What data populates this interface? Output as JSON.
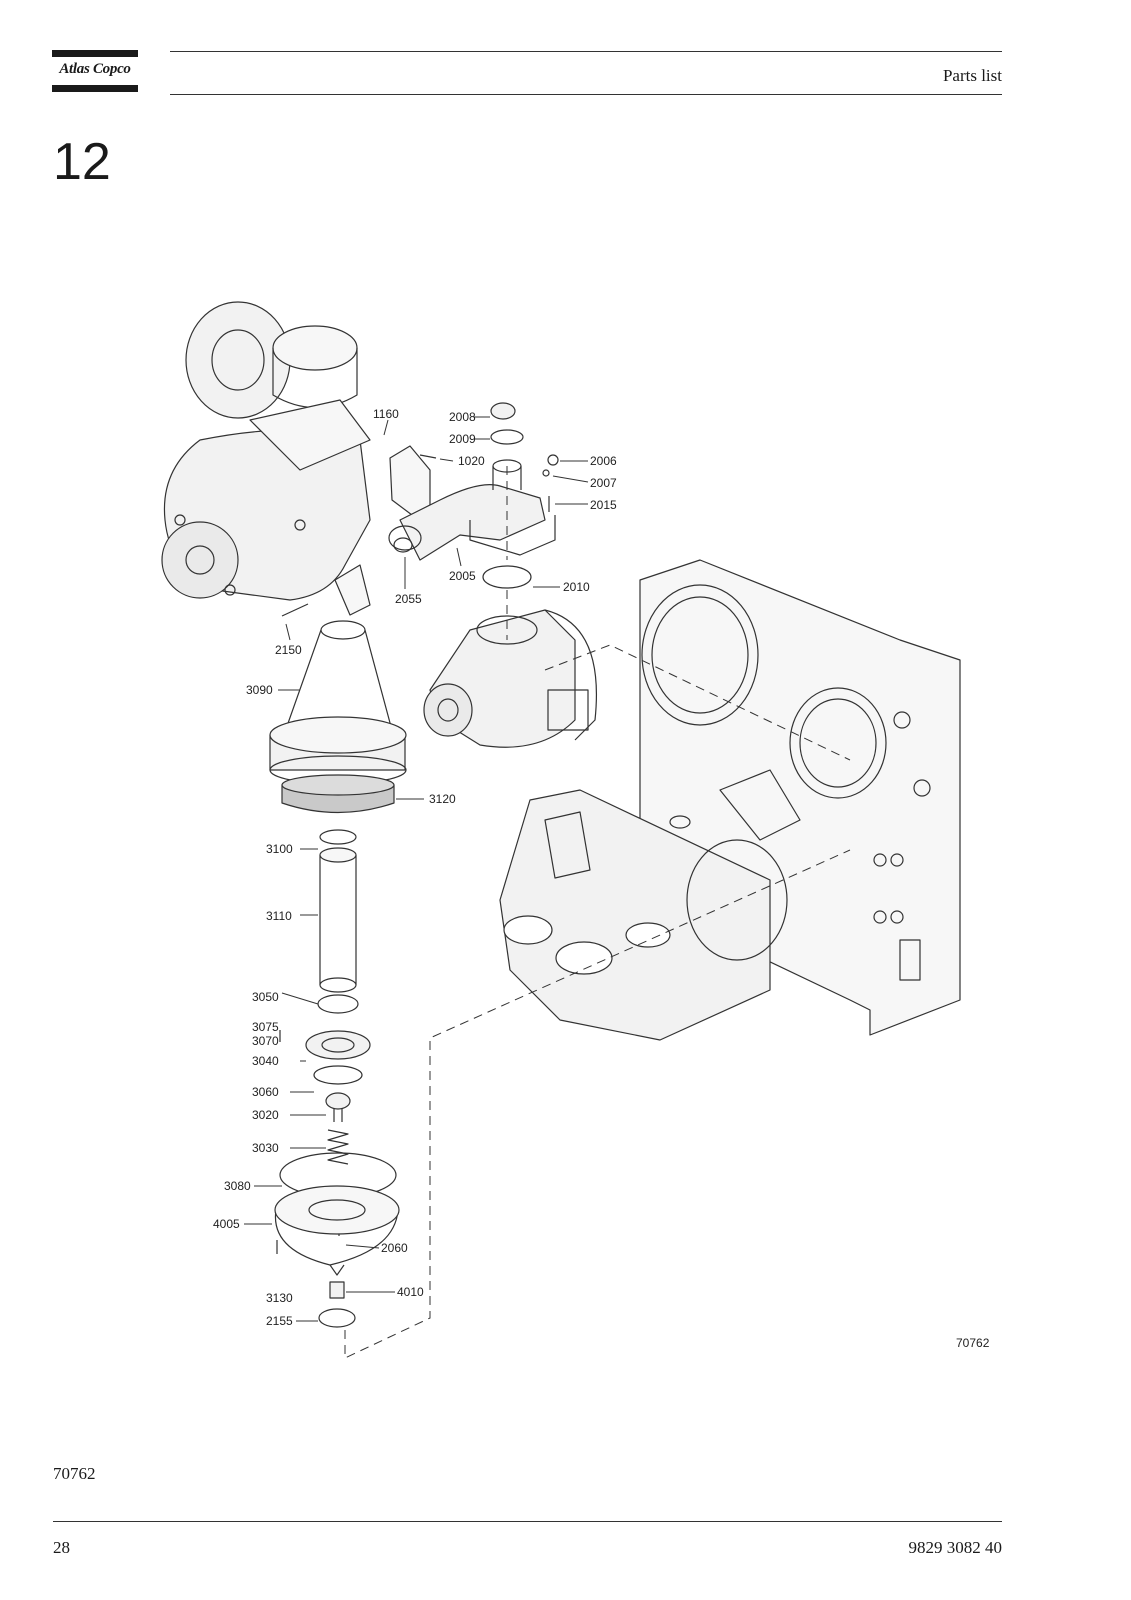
{
  "header": {
    "brand": "Atlas Copco",
    "title": "Parts list"
  },
  "section_number": "12",
  "drawing": {
    "drawing_ref": "70762",
    "callouts": [
      "1160",
      "2008",
      "2009",
      "1020",
      "2006",
      "2007",
      "2015",
      "2005",
      "2055",
      "2010",
      "2150",
      "3090",
      "3120",
      "3100",
      "3110",
      "3050",
      "3075",
      "3070",
      "3040",
      "3060",
      "3020",
      "3030",
      "3080",
      "4005",
      "2060",
      "3130",
      "4010",
      "2155"
    ]
  },
  "figure_ref": "70762",
  "footer": {
    "page_number": "28",
    "document_number": "9829 3082 40"
  }
}
